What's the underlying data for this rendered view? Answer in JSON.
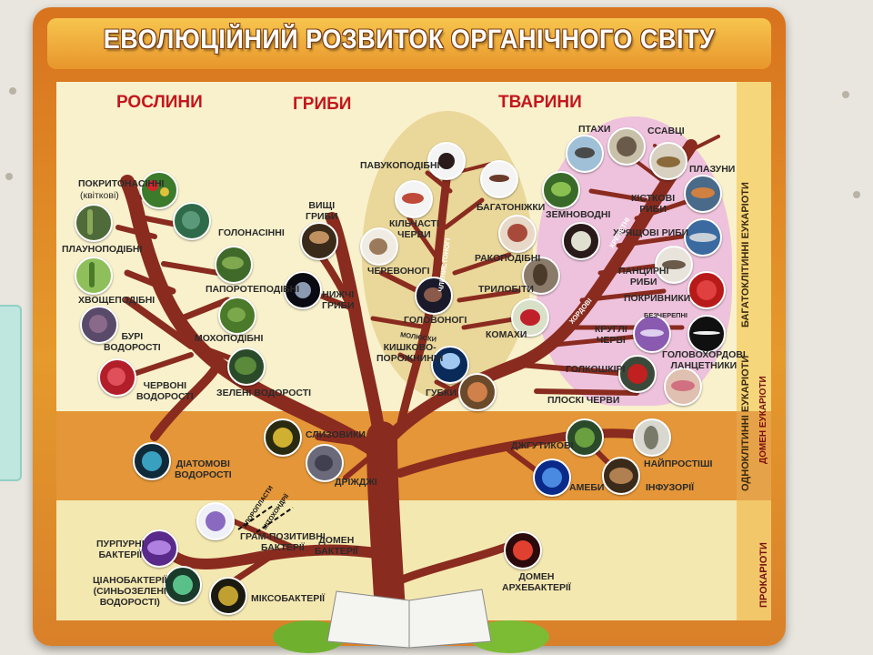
{
  "title": "ЕВОЛЮЦІЙНИЙ РОЗВИТОК ОРГАНІЧНОГО СВІТУ",
  "headings": {
    "plants": "РОСЛИНИ",
    "fungi": "ГРИБИ",
    "animals": "ТВАРИНИ"
  },
  "side_labels": {
    "multicellular": "БАГАТОКЛІТИННІ ЕУКАРІОТИ",
    "unicellular": "ОДНОКЛІТИННІ ЕУКАРІОТИ",
    "eukaryote_domain": "ДОМЕН ЕУКАРІОТИ",
    "prokaryotes": "ПРОКАРІОТИ"
  },
  "plants": {
    "angiosperms": "ПОКРИТОНАСІННІ",
    "angiosperms_note": "(квіткові)",
    "gymnosperms": "ГОЛОНАСІННІ",
    "lycopods": "ПЛАУНОПОДІБНІ",
    "ferns": "ПАПОРОТЕПОДІБНІ",
    "horsetails": "ХВОЩЕПОДІБНІ",
    "mosses": "МОХОПОДІБНІ",
    "brown_algae": "БУРІ\nВОДОРОСТІ",
    "red_algae": "ЧЕРВОНІ\nВОДОРОСТІ",
    "green_algae": "ЗЕЛЕНІ ВОДОРОСТІ",
    "diatoms": "ДІАТОМОВІ\nВОДОРОСТІ"
  },
  "fungi": {
    "higher": "ВИЩІ\nГРИБИ",
    "lower": "НИЖЧІ\nГРИБИ",
    "slime_molds": "СЛИЗОВИКИ",
    "yeasts": "ДРІЖДЖІ"
  },
  "invertebrates": {
    "arachnids": "ПАВУКОПОДІБНІ",
    "myriapods": "БАГАТОНІЖКИ",
    "annelids": "КІЛЬЧАСТІ\nЧЕРВИ",
    "crustaceans": "РАКОПОДІБНІ",
    "gastropods": "ЧЕРЕВОНОГІ",
    "trilobites": "ТРИЛОБІТИ",
    "cephalopods": "ГОЛОВОНОГІ",
    "insects": "КОМАХИ",
    "cnidarians": "КИШКОВО-\nПОРОЖНИННІ",
    "sponges": "ГУБКИ",
    "arthropods_branch": "ЧЛЕНИСТОНОГІ",
    "molluscs_branch": "МОЛЮСКИ"
  },
  "chordates": {
    "birds": "ПТАХИ",
    "mammals": "ССАВЦІ",
    "reptiles": "ПЛАЗУНИ",
    "amphibians": "ЗЕМНОВОДНІ",
    "bony_fish": "КІСТКОВІ\nРИБИ",
    "cartilaginous_fish": "ХРЯЩОВІ РИБИ",
    "armored_fish": "ПАНЦИРНІ\nРИБИ",
    "tunicates": "ПОКРИВНИКИ",
    "roundworms": "КРУГЛІ\nЧЕРВІ",
    "lancelets": "ГОЛОВОХОРДОВІ\nЛАНЦЕТНИКИ",
    "echinoderms": "ГОЛКОШКІРІ",
    "flatworms": "ПЛОСКІ ЧЕРВИ",
    "vertebrates_branch": "ХРЕБЕТНІ",
    "chordates_branch": "ХОРДОВІ",
    "skullless_branch": "БЕЗЧЕРЕПНІ"
  },
  "protists": {
    "flagellates": "ДЖГУТИКОВІ",
    "simplest": "НАЙПРОСТІШІ",
    "amoebae": "АМЕБИ",
    "ciliates": "ІНФУЗОРІЇ"
  },
  "bacteria": {
    "chloroplasts": "ХЛОРОПЛАСТИ",
    "mitochondria": "МІТОХОНДРІЇ",
    "purple": "ПУРПУРНІ\nБАКТЕРІЇ",
    "gram_positive": "ГРАМ-ПОЗИТИВНІ\nБАКТЕРІЇ",
    "bacteria_domain": "ДОМЕН\nБАКТЕРІЇ",
    "cyanobacteria": "ЦІАНОБАКТЕРІЇ\n(СИНЬОЗЕЛЕНІ\nВОДОРОСТІ)",
    "myxobacteria": "МІКСОБАКТЕРІЇ",
    "archaea_domain": "ДОМЕН\nАРХЕБАКТЕРІЇ"
  },
  "colors": {
    "board": "#e59a2c",
    "title_text": "#ffffff",
    "heading": "#c4161c",
    "trunk": "#8a2b1f",
    "upper_zone": "#f8f1cc",
    "middle_zone": "#e49638",
    "lower_zone": "#f4e8b1"
  }
}
